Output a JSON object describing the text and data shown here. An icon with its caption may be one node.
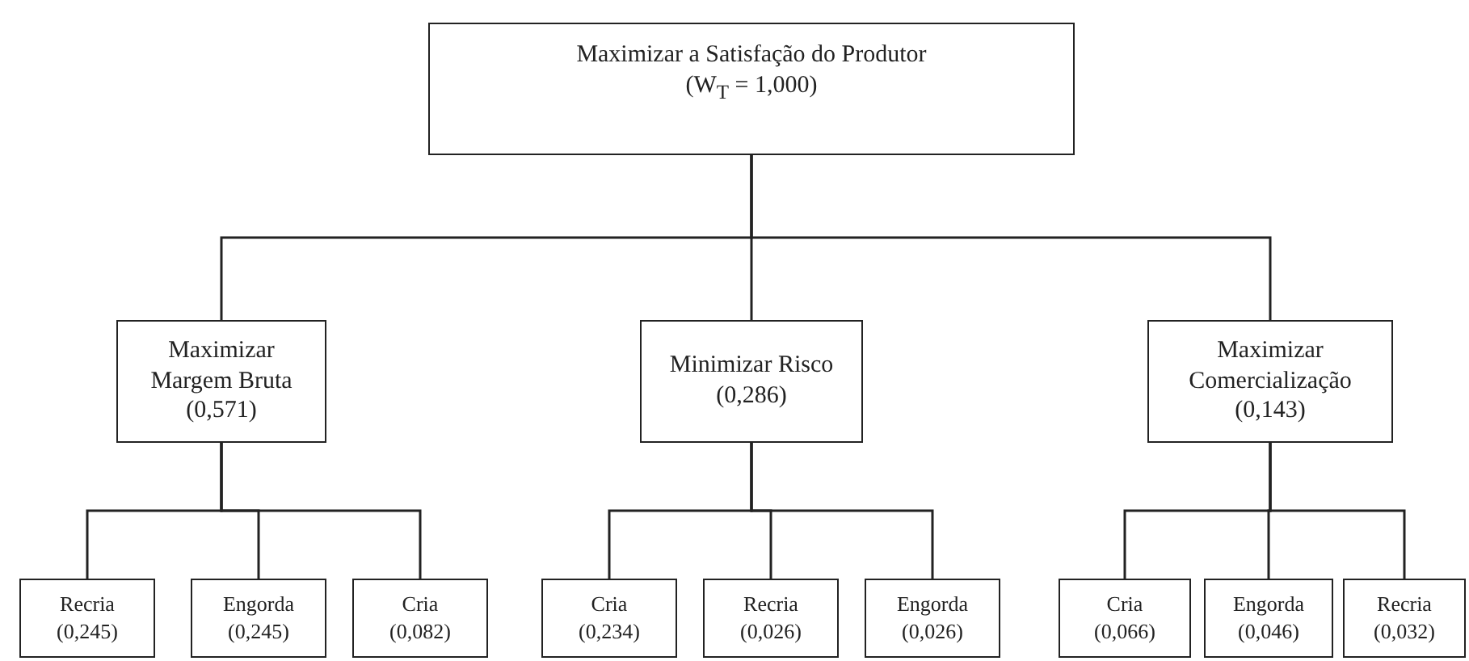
{
  "diagram": {
    "nodes": [
      {
        "text": [
          "Maximizar a Satisfação do Produtor",
          "(W$_{T}$ = 1,000)"
        ]
      },
      {
        "text": [
          "Maximizar Margem Bruta",
          "(0,571)"
        ]
      },
      {
        "text": [
          "Minimizar Risco",
          "(0,286)"
        ]
      },
      {
        "text": [
          "Maximizar Comercialização",
          "(0,143)"
        ]
      },
      {
        "text": [
          "Recria",
          "(0,245)"
        ]
      },
      {
        "text": [
          "Engorda",
          "(0,245)"
        ]
      },
      {
        "text": [
          "Cria",
          "(0,082)"
        ]
      },
      {
        "text": [
          "Cria",
          "(0,234)"
        ]
      },
      {
        "text": [
          "Recria",
          "(0,026)"
        ]
      },
      {
        "text": [
          "Engorda",
          "(0,026)"
        ]
      },
      {
        "text": [
          "Cria",
          "(0,066)"
        ]
      },
      {
        "text": [
          "Engorda",
          "(0,046)"
        ]
      },
      {
        "text": [
          "Recria",
          "(0,032)"
        ]
      }
    ],
    "edges": [
      {
        "from": 0,
        "to": 1,
        "arrow": "none"
      },
      {
        "from": 0,
        "to": 2,
        "arrow": "none"
      },
      {
        "from": 0,
        "to": 3,
        "arrow": "none"
      },
      {
        "from": 1,
        "to": 4,
        "arrow": "none"
      },
      {
        "from": 1,
        "to": 5,
        "arrow": "none"
      },
      {
        "from": 1,
        "to": 6,
        "arrow": "none"
      },
      {
        "from": 2,
        "to": 7,
        "arrow": "none"
      },
      {
        "from": 2,
        "to": 8,
        "arrow": "none"
      },
      {
        "from": 2,
        "to": 9,
        "arrow": "none"
      },
      {
        "from": 3,
        "to": 10,
        "arrow": "none"
      },
      {
        "from": 3,
        "to": 11,
        "arrow": "none"
      },
      {
        "from": 3,
        "to": 12,
        "arrow": "none"
      }
    ]
  }
}
